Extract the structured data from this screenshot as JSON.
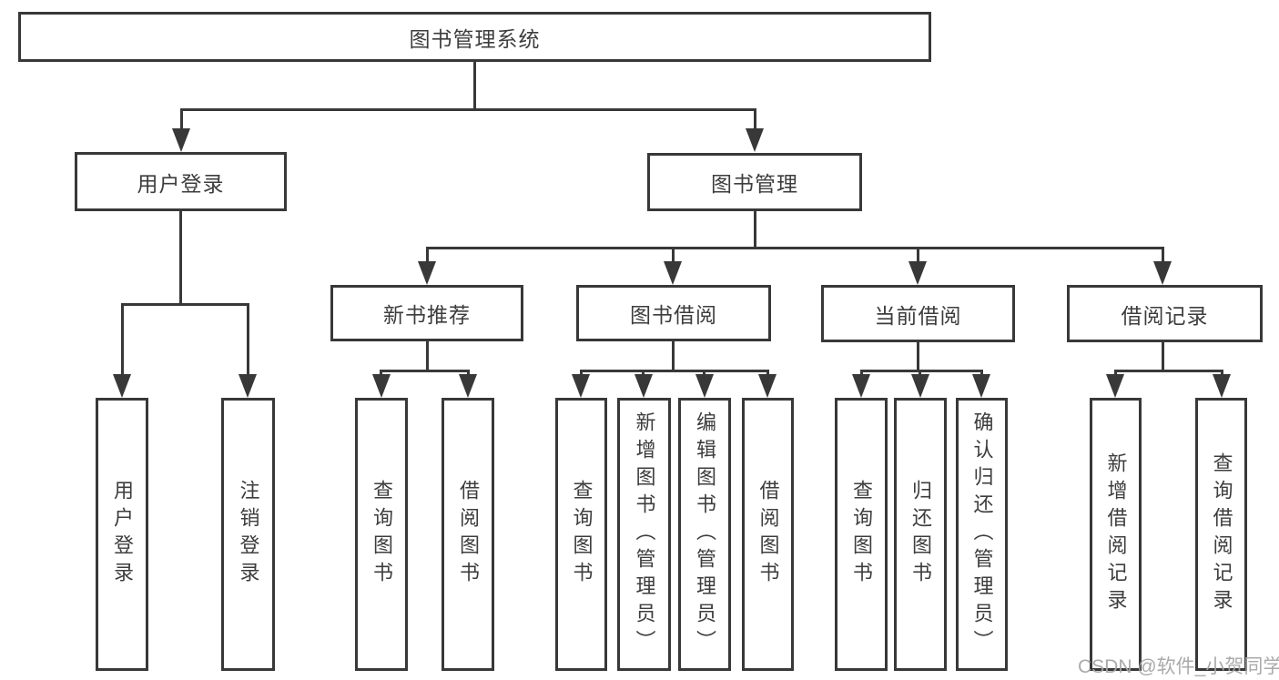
{
  "tree": {
    "root": "图书管理系统",
    "level2": [
      {
        "label": "用户登录",
        "leaves": [
          "用户登录",
          "注销登录"
        ]
      },
      {
        "label": "图书管理",
        "groups": [
          {
            "label": "新书推荐",
            "leaves": [
              "查询图书",
              "借阅图书"
            ]
          },
          {
            "label": "图书借阅",
            "leaves": [
              "查询图书",
              "新增图书（管理员）",
              "编辑图书（管理员）",
              "借阅图书"
            ]
          },
          {
            "label": "当前借阅",
            "leaves": [
              "查询图书",
              "归还图书",
              "确认归还（管理员）"
            ]
          },
          {
            "label": "借阅记录",
            "leaves": [
              "新增借阅记录",
              "查询借阅记录"
            ]
          }
        ]
      }
    ]
  },
  "watermark": "CSDN @软件_小贺同学",
  "colors": {
    "line": "#383838",
    "text": "#3d3d3d",
    "watermark": "#a5a5a5",
    "background": "#ffffff"
  }
}
